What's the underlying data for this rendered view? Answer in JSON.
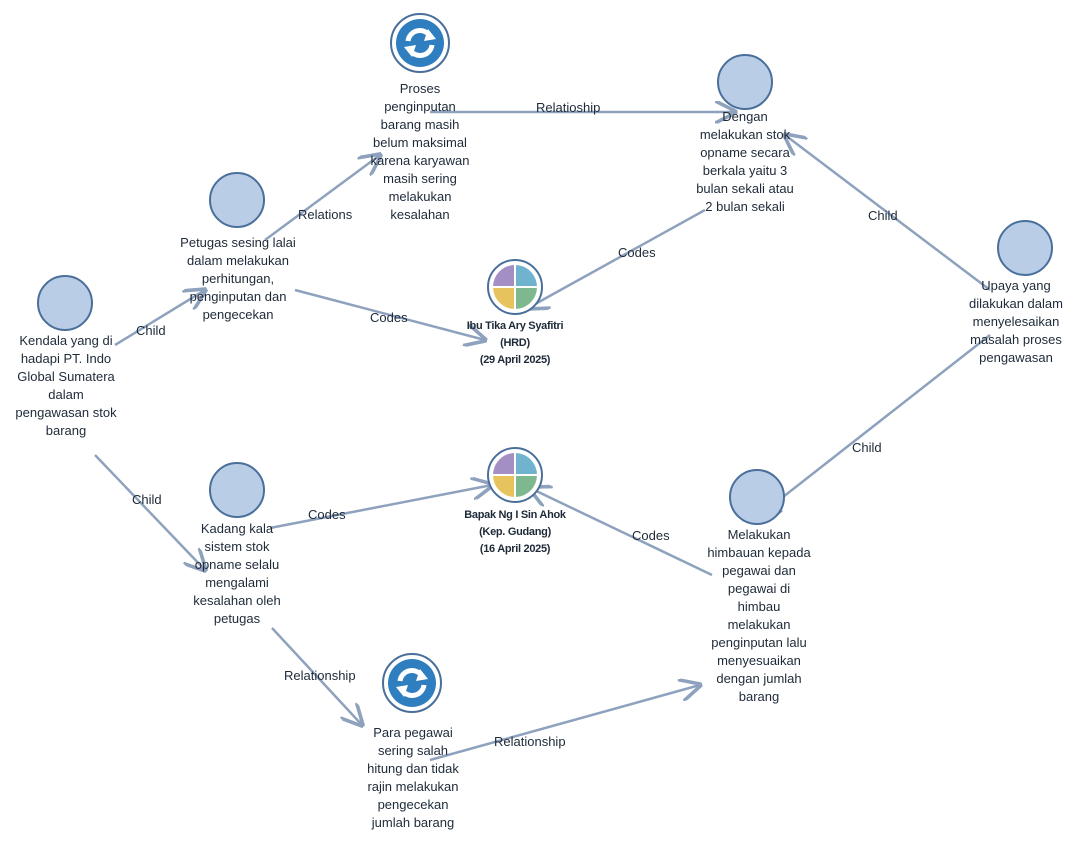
{
  "nodes": {
    "kendala": "Kendala yang di\nhadapi PT. Indo\nGlobal Sumatera\ndalam\npengawasan stok\nbarang",
    "petugas": "Petugas sesing lalai\ndalam melakukan\nperhitungan,\npenginputan dan\npengecekan",
    "proses": "Proses\npenginputan\nbarang masih\nbelum maksimal\nkarena karyawan\nmasih sering\nmelakukan\nkesalahan",
    "dengan": "Dengan\nmelakukan stok\nopname secara\nberkala yaitu 3\nbulan sekali atau\n2 bulan sekali",
    "upaya": "Upaya yang\ndilakukan dalam\nmenyelesaikan\nmasalah proses\npengawasan",
    "kadang": "Kadang kala\nsistem stok\nopname selalu\nmengalami\nkesalahan oleh\npetugas",
    "para": "Para pegawai\nsering salah\nhitung dan tidak\nrajin melakukan\npengecekan\njumlah barang",
    "melakukan": "Melakukan\nhimbauan kepada\npegawai dan\npegawai di\nhimbau\nmelakukan\npenginputan lalu\nmenyesuaikan\ndengan jumlah\nbarang"
  },
  "sources": {
    "ibu": "Ibu Tika Ary Syafitri\n(HRD)\n(29 April 2025)",
    "bapak": "Bapak Ng I Sin Ahok\n(Kep. Gudang)\n(16 April 2025)"
  },
  "edge_labels": {
    "child_1": "Child",
    "child_2": "Child",
    "relations": "Relations",
    "relationship_top": "Relatioship",
    "codes_petugas": "Codes",
    "codes_dengan": "Codes",
    "child_upaya_dengan": "Child",
    "child_upaya_melakukan": "Child",
    "codes_kadang": "Codes",
    "codes_melakukan": "Codes",
    "relationship_kadang": "Relationship",
    "relationship_para": "Relationship"
  },
  "colors": {
    "node_fill": "#b9cde6",
    "node_stroke": "#4a6f9a",
    "edge": "#8ea2bd",
    "process_icon": "#2f7fc0",
    "pie": [
      "#a48fc4",
      "#6fb3cf",
      "#e6c35c",
      "#7eb88f"
    ]
  },
  "icons": {
    "process": "refresh-icon",
    "source": "pie-quadrant-icon"
  }
}
